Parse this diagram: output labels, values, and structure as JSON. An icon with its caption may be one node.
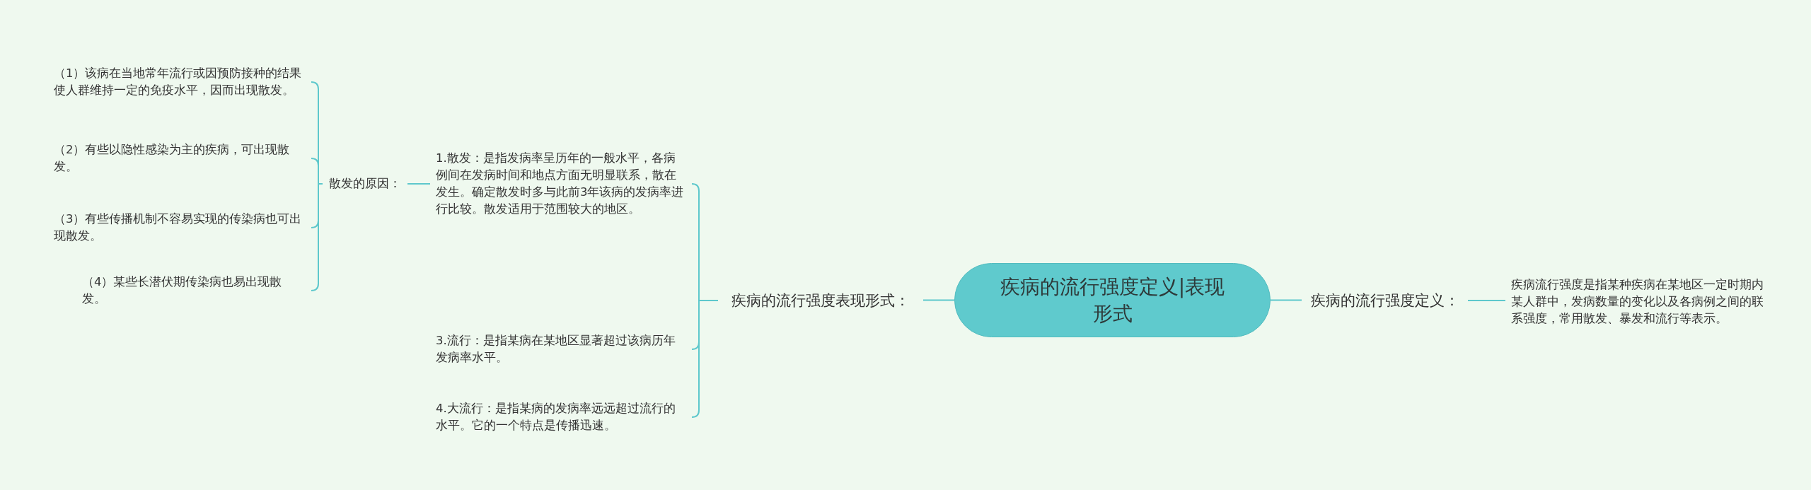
{
  "diagram": {
    "nodes": [
      {
        "text": [
          "疾病的流行强度定义|表现形式"
        ]
      },
      {
        "text": [
          "疾病的流行强度表现形式："
        ]
      },
      {
        "text": [
          "1.散发：是指发病率呈历年的一般水平，各病例间在发病时间和地点方面无明显联系，散在发生。确定散发时多与此前3年该病的发病率进行比较。散发适用于范围较大的地区。"
        ]
      },
      {
        "text": [
          "散发的原因："
        ]
      },
      {
        "text": [
          "（1）该病在当地常年流行或因预防接种的结果使人群维持一定的免疫水平，因而出现散发。"
        ]
      },
      {
        "text": [
          "（2）有些以隐性感染为主的疾病，可出现散发。"
        ]
      },
      {
        "text": [
          "（3）有些传播机制不容易实现的传染病也可出现散发。"
        ]
      },
      {
        "text": [
          "（4）某些长潜伏期传染病也易出现散发。"
        ]
      },
      {
        "text": [
          "3.流行：是指某病在某地区显著超过该病历年发病率水平。"
        ]
      },
      {
        "text": [
          "4.大流行：是指某病的发病率远远超过流行的水平。它的一个特点是传播迅速。"
        ]
      },
      {
        "text": [
          "疾病的流行强度定义："
        ]
      },
      {
        "text": [
          "疾病流行强度是指某种疾病在某地区一定时期内某人群中，发病数量的变化以及各病例之间的联系强度，常用散发、暴发和流行等表示。"
        ]
      }
    ],
    "edges": [
      {
        "from": 0,
        "to": 1,
        "arrow": "none"
      },
      {
        "from": 1,
        "to": 2,
        "arrow": "none"
      },
      {
        "from": 2,
        "to": 3,
        "arrow": "none"
      },
      {
        "from": 3,
        "to": 4,
        "arrow": "none"
      },
      {
        "from": 3,
        "to": 5,
        "arrow": "none"
      },
      {
        "from": 3,
        "to": 6,
        "arrow": "none"
      },
      {
        "from": 3,
        "to": 7,
        "arrow": "none"
      },
      {
        "from": 1,
        "to": 8,
        "arrow": "none"
      },
      {
        "from": 1,
        "to": 9,
        "arrow": "none"
      },
      {
        "from": 0,
        "to": 10,
        "arrow": "none"
      },
      {
        "from": 10,
        "to": 11,
        "arrow": "none"
      }
    ]
  }
}
